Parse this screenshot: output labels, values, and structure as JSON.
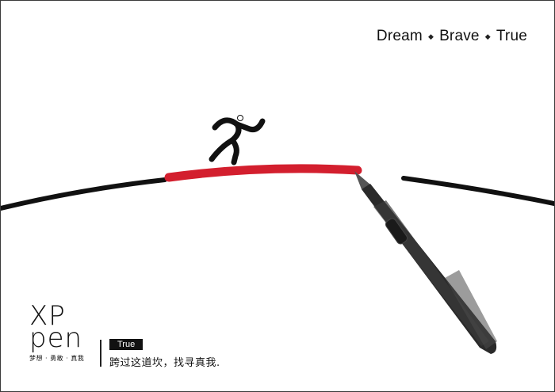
{
  "tagline": {
    "words": [
      "Dream",
      "Brave",
      "True"
    ],
    "separator": "◆"
  },
  "brand": {
    "logo_top": "XP",
    "logo_bottom": "pen",
    "slogan": "梦想 · 勇敢 · 真我"
  },
  "badge_label": "True",
  "caption": "跨过这道坎，找寻真我.",
  "colors": {
    "road": "#111111",
    "bridge_red": "#d31f2e",
    "pen_body": "#2a2a2a"
  },
  "icons": [
    "runner-icon",
    "stylus-pen-icon",
    "xppen-logo-icon"
  ]
}
